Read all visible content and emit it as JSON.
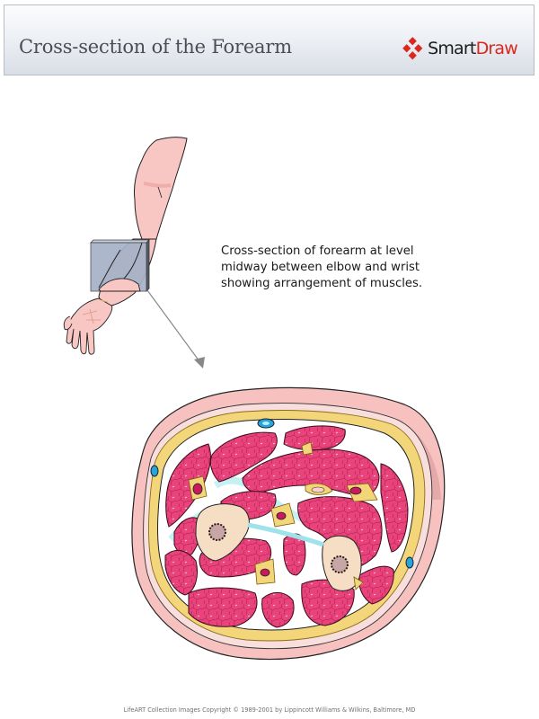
{
  "header": {
    "title": "Cross-section of the Forearm",
    "logo": {
      "icon": "smartdraw-diamond-icon",
      "smart_text": "Smart",
      "draw_text": "Draw",
      "brand_color": "#d9281e"
    }
  },
  "diagram": {
    "caption": {
      "line1": "Cross-section of forearm at level",
      "line2": "midway between elbow and wrist",
      "line3": "showing arrangement of muscles."
    },
    "elements": {
      "arm": "arm-illustration",
      "section_plane": "section-plane-box",
      "pointer": "arrow-pointer",
      "cross_section": "forearm-cross-section"
    },
    "colors": {
      "skin": "#f6c1bf",
      "skin_dark": "#e9a3a3",
      "fat": "#f3d67a",
      "muscle": "#e6427a",
      "fascia": "#d7f3f5",
      "bone": "#f6dec5",
      "vessel_blue": "#27a4d8",
      "section_box": "#a6b2c8"
    }
  },
  "footer": {
    "copyright": "LifeART Collection Images Copyright © 1989-2001 by Lippincott Williams & Wilkins, Baltimore, MD"
  }
}
